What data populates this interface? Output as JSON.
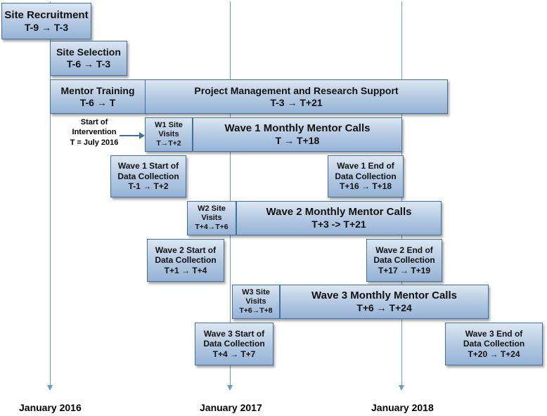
{
  "timeline": {
    "axis_labels": [
      "January 2016",
      "January 2017",
      "January 2018"
    ]
  },
  "note": {
    "lines": [
      "Start of",
      "Intervention",
      "T = July 2016"
    ]
  },
  "boxes": {
    "site_recruitment": {
      "title": "Site Recruitment",
      "range": "T-9 → T-3"
    },
    "site_selection": {
      "title": "Site Selection",
      "range": "T-6 → T-3"
    },
    "mentor_training": {
      "title": "Mentor Training",
      "range": "T-6 → T"
    },
    "project_management": {
      "title": "Project Management and Research Support",
      "range": "T-3 → T+21"
    },
    "w1_site_visits": {
      "line1": "W1 Site",
      "line2": "Visits",
      "range": "T→T+2"
    },
    "wave1_calls": {
      "title": "Wave 1 Monthly Mentor Calls",
      "range": "T → T+18"
    },
    "wave1_start": {
      "line1": "Wave 1 Start of",
      "line2": "Data Collection",
      "range": "T-1 → T+2"
    },
    "wave1_end": {
      "line1": "Wave 1 End of",
      "line2": "Data Collection",
      "range": "T+16 → T+18"
    },
    "w2_site_visits": {
      "line1": "W2 Site",
      "line2": "Visits",
      "range": "T+4→T+6"
    },
    "wave2_calls": {
      "title": "Wave 2 Monthly Mentor Calls",
      "range": "T+3 -> T+21"
    },
    "wave2_start": {
      "line1": "Wave 2 Start of",
      "line2": "Data Collection",
      "range": "T+1 → T+4"
    },
    "wave2_end": {
      "line1": "Wave 2 End of",
      "line2": "Data Collection",
      "range": "T+17 → T+19"
    },
    "w3_site_visits": {
      "line1": "W3 Site",
      "line2": "Visits",
      "range": "T+6→T+8"
    },
    "wave3_calls": {
      "title": "Wave 3 Monthly Mentor Calls",
      "range": "T+6 → T+24"
    },
    "wave3_start": {
      "line1": "Wave 3 Start of",
      "line2": "Data Collection",
      "range": "T+4 → T+7"
    },
    "wave3_end": {
      "line1": "Wave 3 End of",
      "line2": "Data Collection",
      "range": "T+20 → T+24"
    }
  }
}
